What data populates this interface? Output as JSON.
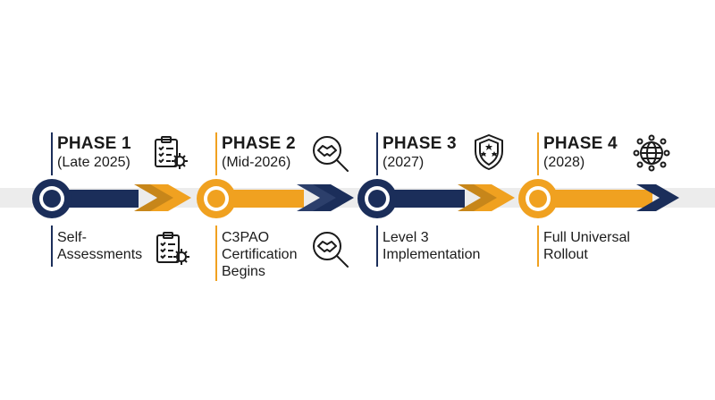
{
  "colors": {
    "navy": "#1b2e5a",
    "orange": "#f0a120",
    "track": "#ececec",
    "text": "#1b1b1b"
  },
  "phases": [
    {
      "title": "PHASE 1",
      "date": "(Late 2025)",
      "desc_lines": [
        "Self-",
        "Assessments"
      ],
      "icon": "clipboard-gear-icon",
      "circle_color": "navy"
    },
    {
      "title": "PHASE 2",
      "date": "(Mid-2026)",
      "desc_lines": [
        "C3PAO",
        "Certification",
        "Begins"
      ],
      "icon": "handshake-magnifier-icon",
      "circle_color": "orange"
    },
    {
      "title": "PHASE 3",
      "date": "(2027)",
      "desc_lines": [
        "Level 3",
        "Implementation"
      ],
      "icon": "shield-stars-icon",
      "circle_color": "navy"
    },
    {
      "title": "PHASE 4",
      "date": "(2028)",
      "desc_lines": [
        "Full Universal",
        "Rollout"
      ],
      "icon": "globe-network-icon",
      "circle_color": "orange"
    }
  ]
}
